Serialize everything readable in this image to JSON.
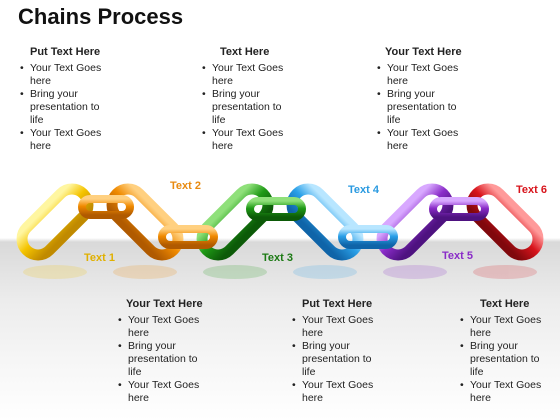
{
  "title": "Chains Process",
  "top_blocks": [
    {
      "heading": "Put Text Here",
      "items": [
        "Your Text Goes here",
        "Bring your presentation to life",
        "Your Text Goes here"
      ]
    },
    {
      "heading": "Text Here",
      "items": [
        "Your Text Goes here",
        "Bring your presentation to life",
        "Your Text Goes here"
      ]
    },
    {
      "heading": "Your Text Here",
      "items": [
        "Your Text Goes here",
        "Bring your presentation to life",
        "Your Text Goes here"
      ]
    }
  ],
  "bottom_blocks": [
    {
      "heading": "Your Text Here",
      "items": [
        "Your Text Goes here",
        "Bring your presentation to life",
        "Your Text Goes here"
      ]
    },
    {
      "heading": "Put Text Here",
      "items": [
        "Your Text Goes here",
        "Bring your presentation to life",
        "Your Text Goes here"
      ]
    },
    {
      "heading": "Text Here",
      "items": [
        "Your Text Goes here",
        "Bring your presentation to life",
        "Your Text Goes here"
      ]
    }
  ],
  "links": [
    {
      "label": "Text 1",
      "color": "#f2c200"
    },
    {
      "label": "Text 2",
      "color": "#f08a00"
    },
    {
      "label": "Text 3",
      "color": "#1f9a16"
    },
    {
      "label": "Text 4",
      "color": "#2aa0e8"
    },
    {
      "label": "Text 5",
      "color": "#8a2cc8"
    },
    {
      "label": "Text 6",
      "color": "#d8141c"
    }
  ],
  "label_colors": [
    "#e0b000",
    "#e88a10",
    "#1c7a14",
    "#2a9ae0",
    "#8a2cc8",
    "#d8141c"
  ]
}
